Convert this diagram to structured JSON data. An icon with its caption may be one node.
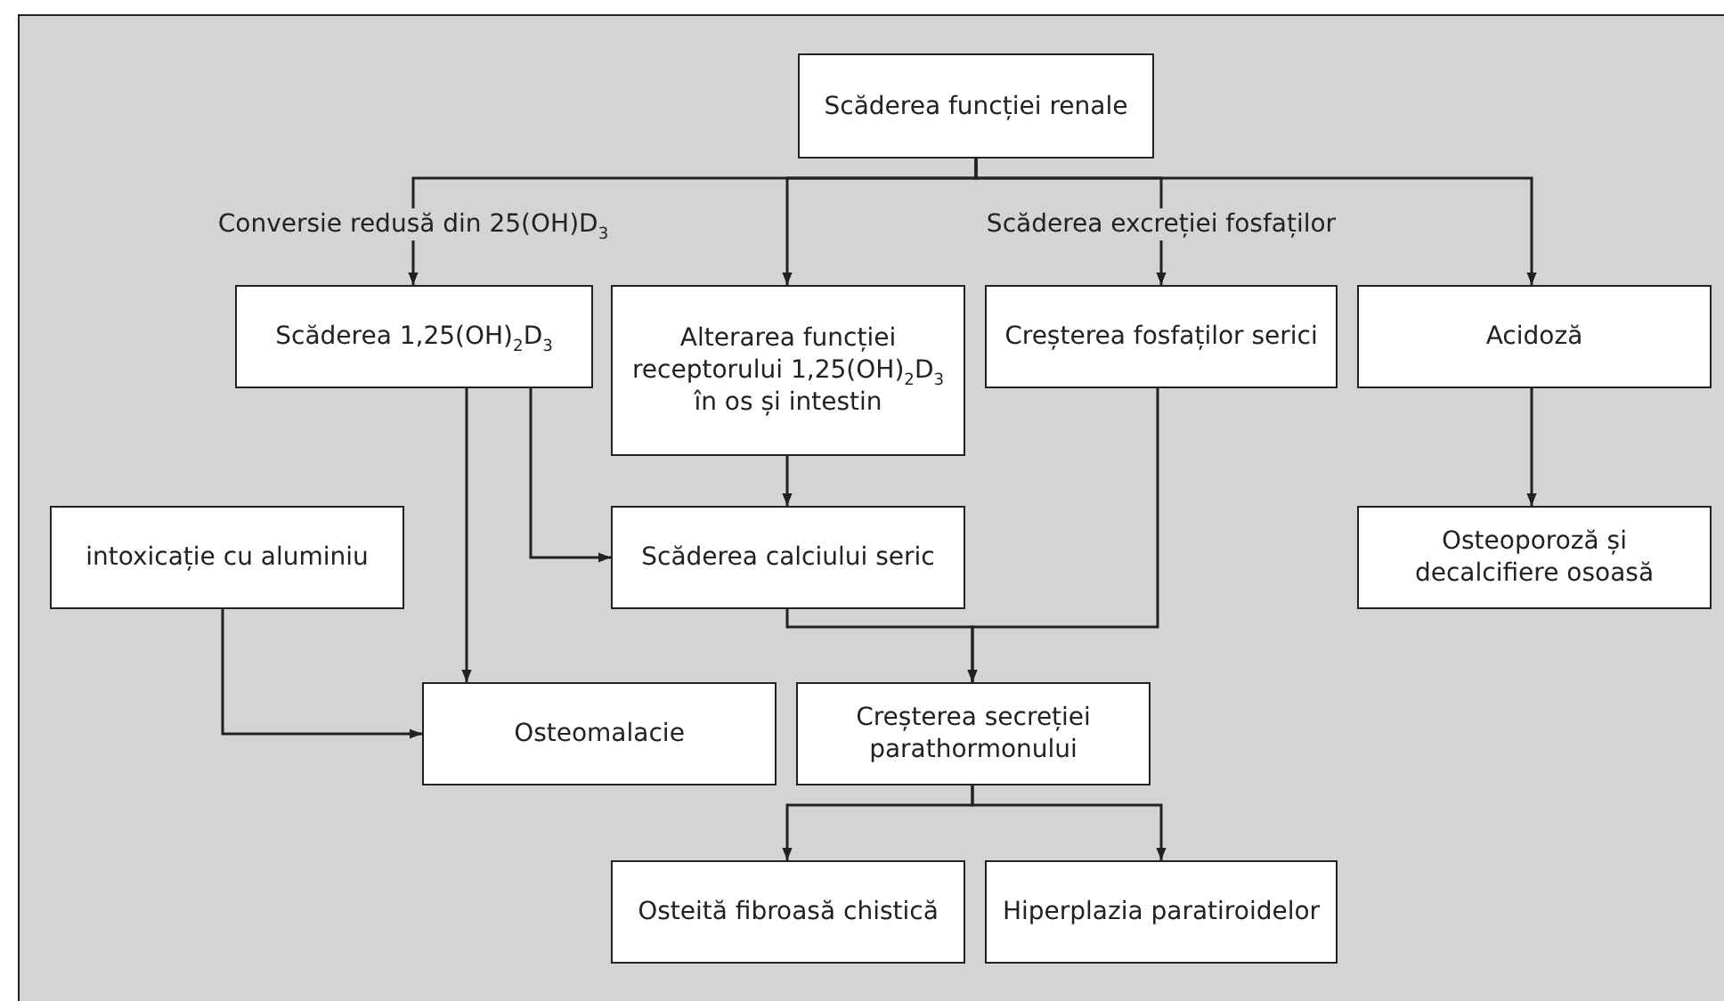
{
  "diagram": {
    "nodes": [
      {
        "text": [
          "Scăderea funcției renale"
        ]
      },
      {
        "text": [
          "Scăderea 1,25(OH)$_{2}$D$_{3}$"
        ]
      },
      {
        "text": [
          "Alterarea funcției receptorului 1,25(OH)$_{2}$D$_{3}$ în os și intestin"
        ]
      },
      {
        "text": [
          "Creșterea fosfaților serici"
        ]
      },
      {
        "text": [
          "Acidoză"
        ]
      },
      {
        "text": [
          "intoxicație cu aluminiu"
        ]
      },
      {
        "text": [
          "Scăderea calciului seric"
        ]
      },
      {
        "text": [
          "Osteoporoză și decalcifiere osoasă"
        ]
      },
      {
        "text": [
          "Osteomalacie"
        ]
      },
      {
        "text": [
          "Creșterea secreției parathormonului"
        ]
      },
      {
        "text": [
          "Osteită fibroasă chistică"
        ]
      },
      {
        "text": [
          "Hiperplazia paratiroidelor"
        ]
      }
    ],
    "edges": [
      {
        "from": 0,
        "to": 1,
        "arrow": "to",
        "label": "Conversie redusă din 25(OH)D$_{3}$"
      },
      {
        "from": 0,
        "to": 2,
        "arrow": "to"
      },
      {
        "from": 0,
        "to": 3,
        "arrow": "to",
        "label": "Scăderea excreției fosfaților"
      },
      {
        "from": 0,
        "to": 4,
        "arrow": "to"
      },
      {
        "from": 1,
        "to": 8,
        "arrow": "to"
      },
      {
        "from": 1,
        "to": 6,
        "arrow": "to"
      },
      {
        "from": 2,
        "to": 6,
        "arrow": "to"
      },
      {
        "from": 3,
        "to": 9,
        "arrow": "to"
      },
      {
        "from": 6,
        "to": 9,
        "arrow": "to"
      },
      {
        "from": 5,
        "to": 8,
        "arrow": "to"
      },
      {
        "from": 4,
        "to": 7,
        "arrow": "to"
      },
      {
        "from": 9,
        "to": 10,
        "arrow": "to"
      },
      {
        "from": 9,
        "to": 11,
        "arrow": "to"
      }
    ]
  }
}
